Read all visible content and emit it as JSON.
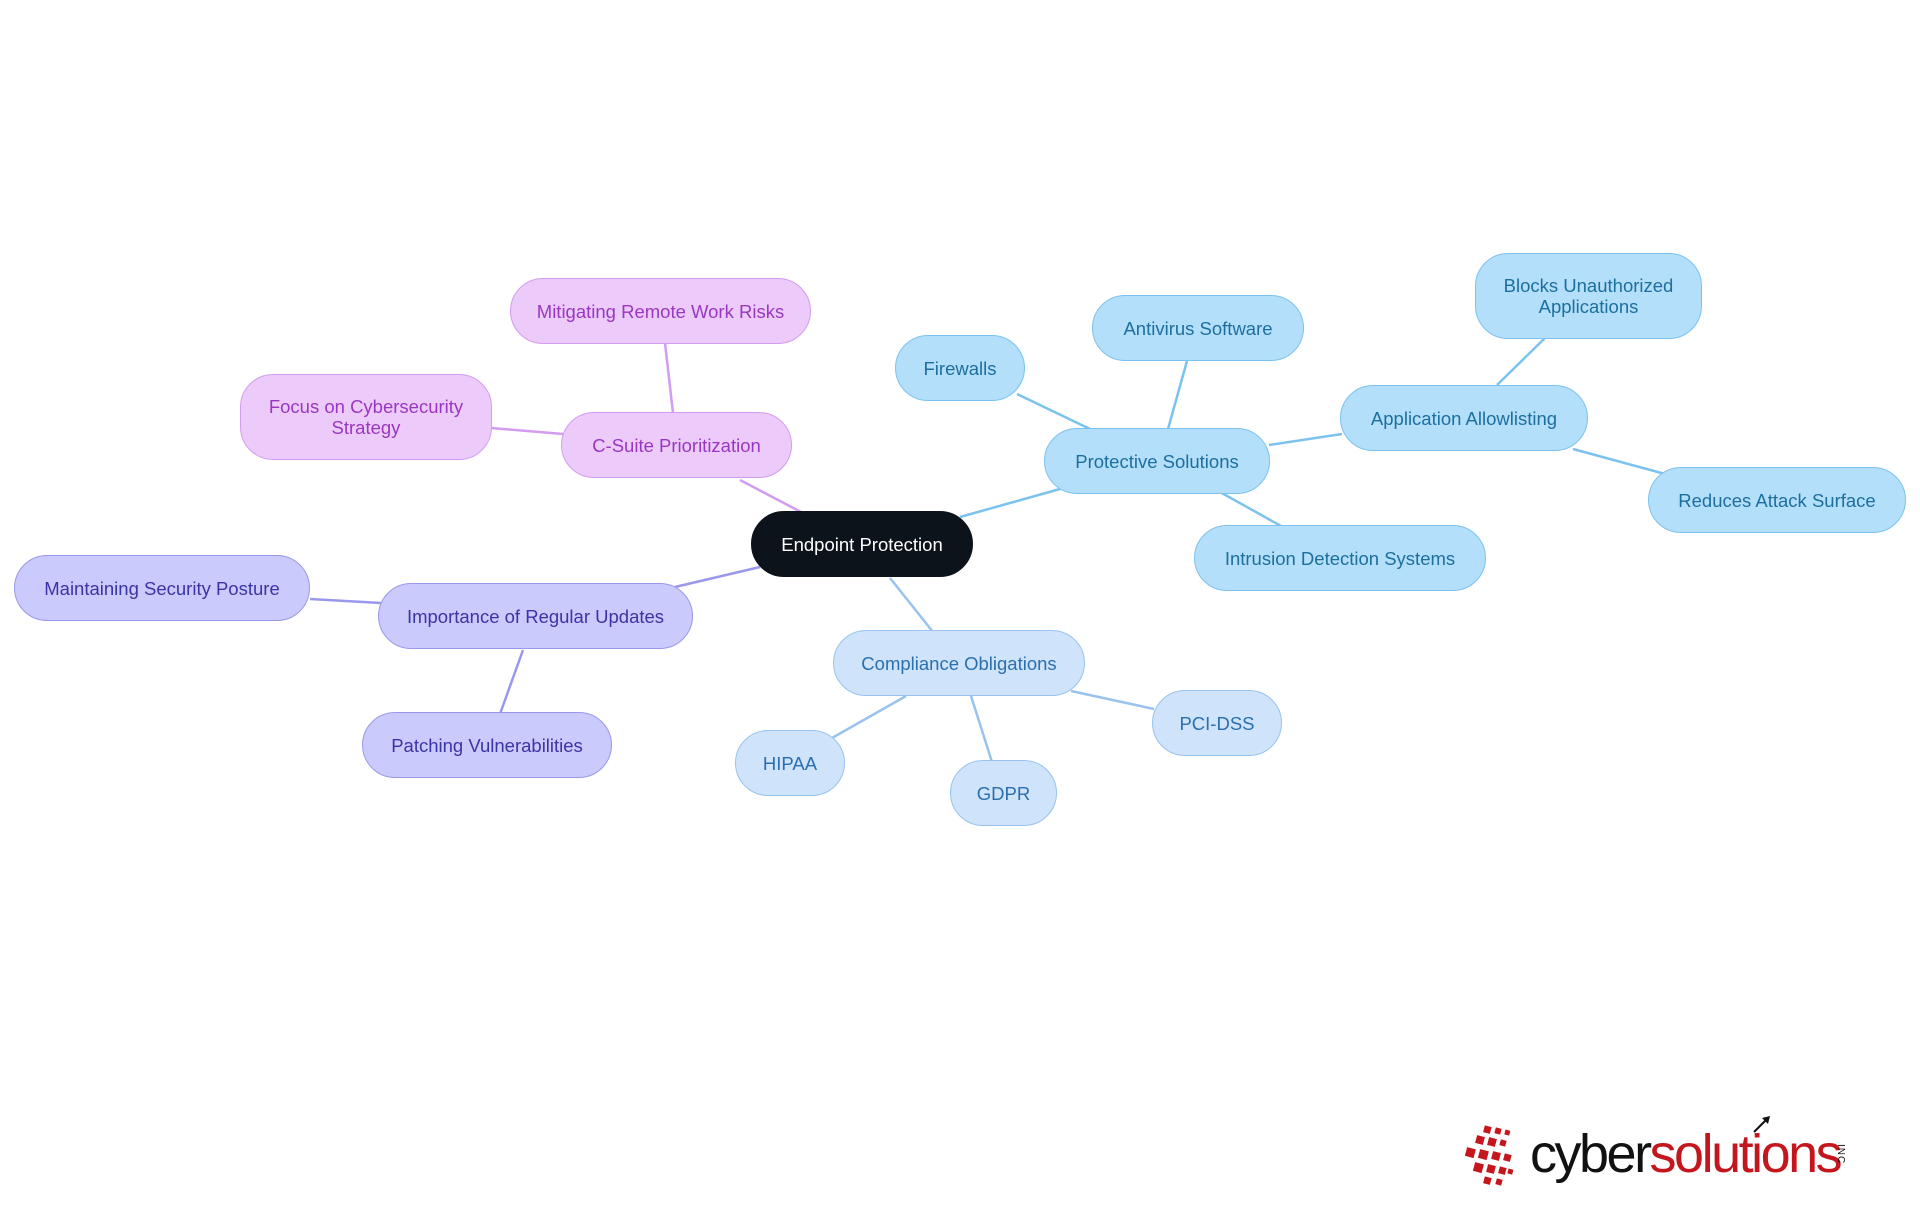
{
  "diagram": {
    "root": "Endpoint Protection",
    "branches": [
      {
        "label": "Protective Solutions",
        "color": "#7cc2ee",
        "children": [
          "Firewalls",
          "Antivirus Software",
          "Intrusion Detection Systems",
          {
            "label": "Application Allowlisting",
            "children": [
              "Blocks Unauthorized\nApplications",
              "Reduces Attack Surface"
            ]
          }
        ]
      },
      {
        "label": "Compliance Obligations",
        "color": "#98c3ee",
        "children": [
          "HIPAA",
          "GDPR",
          "PCI-DSS"
        ]
      },
      {
        "label": "Importance of Regular Updates",
        "color": "#9a98ec",
        "children": [
          "Maintaining Security Posture",
          "Patching Vulnerabilities"
        ]
      },
      {
        "label": "C-Suite Prioritization",
        "color": "#d29df0",
        "children": [
          "Mitigating Remote Work Risks",
          "Focus on Cybersecurity\nStrategy"
        ]
      }
    ]
  },
  "logo": {
    "word1": "cyber",
    "word2": "solutions",
    "suffix": "INC",
    "brand_color": "#c4161c",
    "text_color": "#111111",
    "icon": "arrow-cursor-icon"
  }
}
